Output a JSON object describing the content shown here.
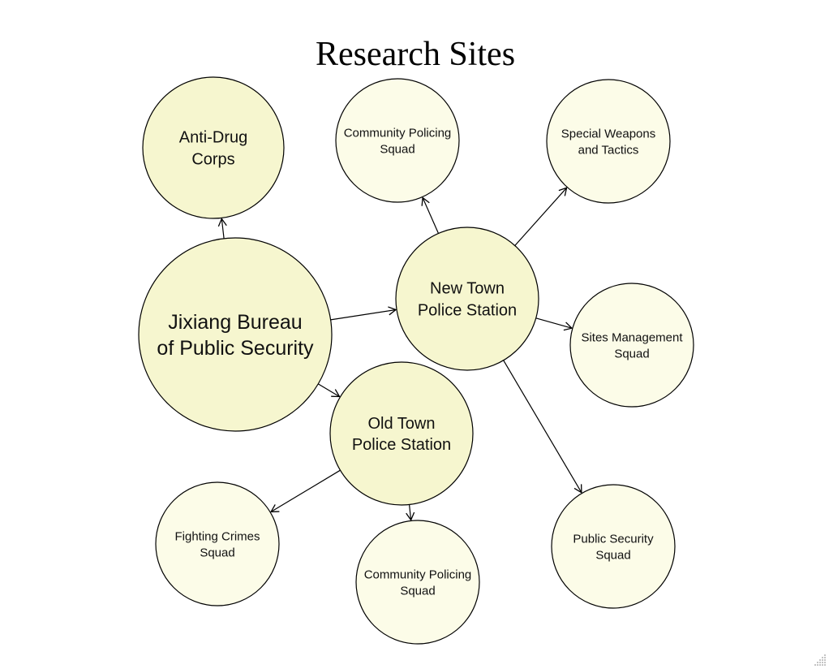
{
  "diagram": {
    "title": "Research Sites",
    "colors": {
      "primary_fill": "#f6f6cf",
      "secondary_fill": "#fcfce8",
      "stroke": "#000000"
    },
    "nodes": {
      "bureau": {
        "lines": [
          "Jixiang Bureau",
          "of Public Security"
        ],
        "level": "primary"
      },
      "anti_drug": {
        "lines": [
          "Anti-Drug",
          "Corps"
        ],
        "level": "primary"
      },
      "new_town": {
        "lines": [
          "New Town",
          "Police Station"
        ],
        "level": "primary"
      },
      "old_town": {
        "lines": [
          "Old Town",
          "Police Station"
        ],
        "level": "primary"
      },
      "cps_top": {
        "lines": [
          "Community Policing",
          "Squad"
        ],
        "level": "secondary"
      },
      "swat": {
        "lines": [
          "Special Weapons",
          "and Tactics"
        ],
        "level": "secondary"
      },
      "sites_mgmt": {
        "lines": [
          "Sites Management",
          "Squad"
        ],
        "level": "secondary"
      },
      "pub_sec": {
        "lines": [
          "Public Security",
          "Squad"
        ],
        "level": "secondary"
      },
      "fighting": {
        "lines": [
          "Fighting Crimes",
          "Squad"
        ],
        "level": "secondary"
      },
      "cps_bottom": {
        "lines": [
          "Community Policing",
          "Squad"
        ],
        "level": "secondary"
      }
    },
    "edges": [
      {
        "from": "bureau",
        "to": "anti_drug"
      },
      {
        "from": "bureau",
        "to": "new_town"
      },
      {
        "from": "bureau",
        "to": "old_town"
      },
      {
        "from": "new_town",
        "to": "cps_top"
      },
      {
        "from": "new_town",
        "to": "swat"
      },
      {
        "from": "new_town",
        "to": "sites_mgmt"
      },
      {
        "from": "new_town",
        "to": "pub_sec"
      },
      {
        "from": "old_town",
        "to": "fighting"
      },
      {
        "from": "old_town",
        "to": "cps_bottom"
      }
    ]
  }
}
